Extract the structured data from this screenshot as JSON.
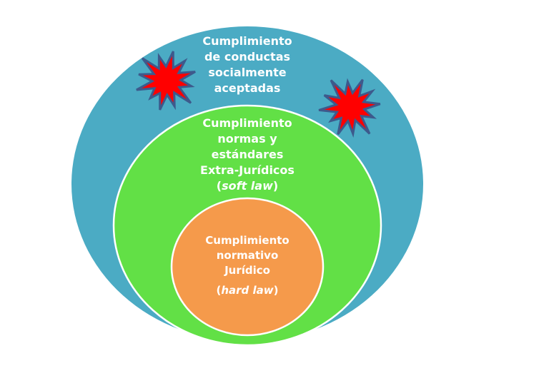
{
  "colors": {
    "outer": "#4babc4",
    "middle": "#62e046",
    "inner": "#f59a4b",
    "star_fill": "#ff0000",
    "star_stroke": "#3d5a8c"
  },
  "outer": {
    "lines": [
      "Cumplimiento",
      "de conductas",
      "socialmente",
      "aceptadas"
    ]
  },
  "middle": {
    "lines": [
      "Cumplimiento",
      "normas y",
      "estándares",
      "Extra-Jurídicos"
    ],
    "paren_open": "(",
    "italic": "soft law",
    "paren_close": ")"
  },
  "inner": {
    "lines": [
      "Cumplimiento",
      "normativo",
      "Jurídico"
    ],
    "paren_open": "(",
    "italic": "hard law",
    "paren_close": ")"
  }
}
